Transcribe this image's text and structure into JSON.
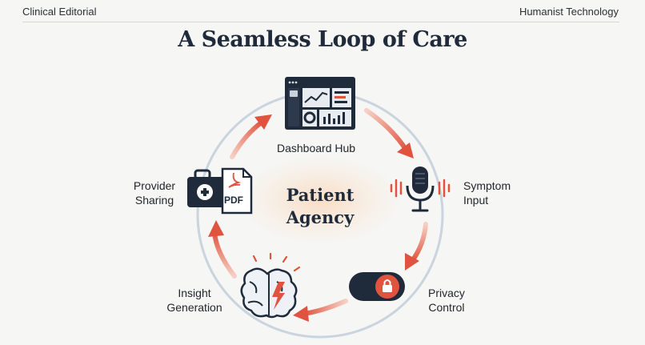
{
  "header": {
    "left_text": "Clinical Editorial",
    "right_text": "Humanist Technology"
  },
  "title": "A Seamless Loop of Care",
  "center": {
    "line1": "Patient",
    "line2": "Agency"
  },
  "nodes": [
    {
      "line1": "Dashboard Hub",
      "line2": "",
      "icon": "dashboard-icon"
    },
    {
      "line1": "Symptom",
      "line2": "Input",
      "icon": "microphone-icon"
    },
    {
      "line1": "Privacy",
      "line2": "Control",
      "icon": "lock-toggle-icon"
    },
    {
      "line1": "Insight",
      "line2": "Generation",
      "icon": "brain-icon"
    },
    {
      "line1": "Provider",
      "line2": "Sharing",
      "icon": "medical-kit-pdf-icon"
    }
  ],
  "pdf_badge": "PDF",
  "colors": {
    "navy": "#1f2a3a",
    "accent_red": "#e0533f",
    "arrow_light": "#f3b7a6",
    "ring": "#c9d4df"
  }
}
